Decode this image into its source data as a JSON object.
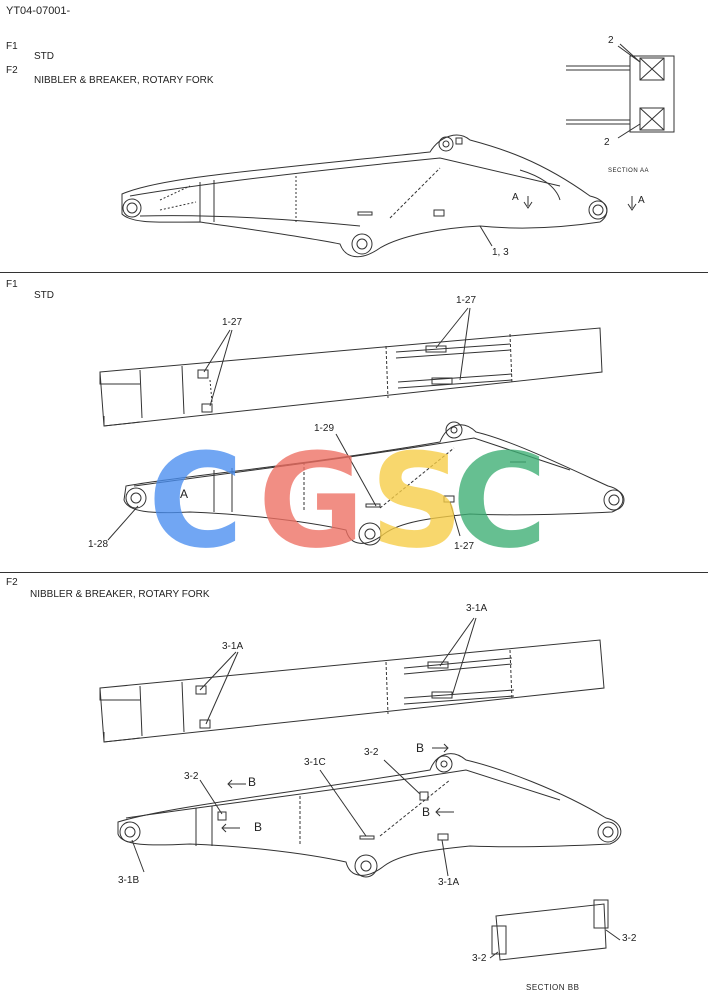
{
  "doc_code": "YT04-07001-",
  "section1": {
    "f1": "F1",
    "f2": "F2",
    "std": "STD",
    "option": "NIBBLER & BREAKER, ROTARY FORK",
    "labels": {
      "p2a": "2",
      "p2b": "2",
      "section_aa": "SECTION AA",
      "arrow_a1": "A",
      "arrow_a2": "A",
      "part": "1, 3"
    }
  },
  "section2": {
    "f1": "F1",
    "std": "STD",
    "labels": {
      "l127a": "1-27",
      "l127b": "1-27",
      "l129": "1-29",
      "a": "A",
      "l128": "1-28",
      "l127c": "1-27"
    }
  },
  "section3": {
    "f2": "F2",
    "option": "NIBBLER & BREAKER, ROTARY FORK",
    "labels": {
      "l31a_1": "3-1A",
      "l31a_2": "3-1A",
      "b1": "B",
      "l32_1": "3-2",
      "l31c": "3-1C",
      "l32_2": "3-2",
      "b2": "B",
      "b3": "B",
      "b4": "B",
      "l31b": "3-1B",
      "l31a_3": "3-1A",
      "l32_3": "3-2",
      "l32_4": "3-2",
      "section_bb": "SECTION BB"
    }
  },
  "watermark": {
    "letters": [
      "C",
      "G",
      "S",
      "C"
    ],
    "colors": [
      "#4a8ef0",
      "#ee6f62",
      "#f7cd45",
      "#3cae73"
    ]
  }
}
